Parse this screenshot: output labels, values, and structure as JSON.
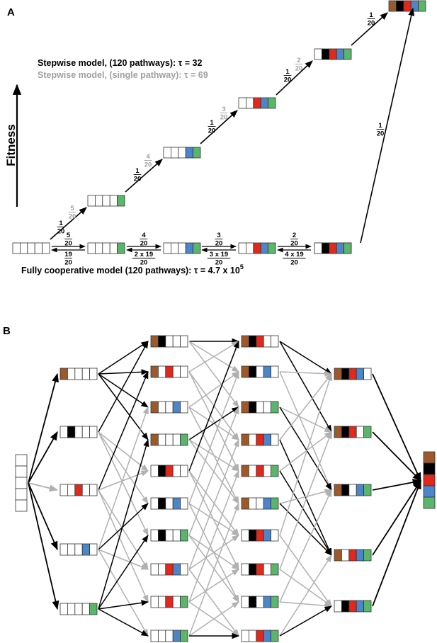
{
  "colors": {
    "brown": "#9c5a2c",
    "black": "#000000",
    "red": "#e0281c",
    "blue": "#4c86c8",
    "green": "#5bb56a",
    "empty": "#ffffff",
    "arrow_black": "#000000",
    "arrow_gray": "#b0b0b0",
    "text_gray": "#a0a0a0"
  },
  "panel_a": {
    "label": "A",
    "fitness_label": "Fitness",
    "stepwise_120": "Stepwise model, (120 pathways): τ = 32",
    "stepwise_single": "Stepwise model, (single pathway): τ = 69",
    "cooperative": "Fully cooperative model (120 pathways): τ = 4.7 x 10",
    "cooperative_exp": "5",
    "stair_black": [
      "1",
      "20"
    ],
    "stair_gray": [
      [
        "5",
        "20"
      ],
      [
        "4",
        "20"
      ],
      [
        "3",
        "20"
      ],
      [
        "2",
        "20"
      ]
    ],
    "side_rate": [
      "1",
      "20"
    ],
    "forward_rates": [
      [
        "5",
        "20"
      ],
      [
        "4",
        "20"
      ],
      [
        "3",
        "20"
      ],
      [
        "2",
        "20"
      ]
    ],
    "backward_rates": [
      [
        "19",
        "20"
      ],
      [
        "2 x 19",
        "20"
      ],
      [
        "3 x 19",
        "20"
      ],
      [
        "4 x 19",
        "20"
      ]
    ],
    "stair_states": [
      [
        "empty",
        "empty",
        "empty",
        "empty",
        "empty"
      ],
      [
        "empty",
        "empty",
        "empty",
        "empty",
        "green"
      ],
      [
        "empty",
        "empty",
        "empty",
        "blue",
        "green"
      ],
      [
        "empty",
        "empty",
        "red",
        "blue",
        "green"
      ],
      [
        "empty",
        "black",
        "red",
        "blue",
        "green"
      ],
      [
        "brown",
        "black",
        "red",
        "blue",
        "green"
      ]
    ]
  },
  "panel_b": {
    "label": "B",
    "level1": [
      [
        "brown",
        "empty",
        "empty",
        "empty",
        "empty"
      ],
      [
        "empty",
        "black",
        "empty",
        "empty",
        "empty"
      ],
      [
        "empty",
        "empty",
        "red",
        "empty",
        "empty"
      ],
      [
        "empty",
        "empty",
        "empty",
        "blue",
        "empty"
      ],
      [
        "empty",
        "empty",
        "empty",
        "empty",
        "green"
      ]
    ],
    "level2": [
      [
        "brown",
        "black",
        "empty",
        "empty",
        "empty"
      ],
      [
        "brown",
        "empty",
        "red",
        "empty",
        "empty"
      ],
      [
        "brown",
        "empty",
        "empty",
        "blue",
        "empty"
      ],
      [
        "brown",
        "empty",
        "empty",
        "empty",
        "green"
      ],
      [
        "empty",
        "black",
        "red",
        "empty",
        "empty"
      ],
      [
        "empty",
        "black",
        "empty",
        "blue",
        "empty"
      ],
      [
        "empty",
        "black",
        "empty",
        "empty",
        "green"
      ],
      [
        "empty",
        "empty",
        "red",
        "blue",
        "empty"
      ],
      [
        "empty",
        "empty",
        "red",
        "empty",
        "green"
      ],
      [
        "empty",
        "empty",
        "empty",
        "blue",
        "green"
      ]
    ],
    "level3": [
      [
        "brown",
        "black",
        "red",
        "empty",
        "empty"
      ],
      [
        "brown",
        "black",
        "empty",
        "blue",
        "empty"
      ],
      [
        "brown",
        "black",
        "empty",
        "empty",
        "green"
      ],
      [
        "brown",
        "empty",
        "red",
        "blue",
        "empty"
      ],
      [
        "brown",
        "empty",
        "red",
        "empty",
        "green"
      ],
      [
        "brown",
        "empty",
        "empty",
        "blue",
        "green"
      ],
      [
        "empty",
        "black",
        "red",
        "blue",
        "empty"
      ],
      [
        "empty",
        "black",
        "red",
        "empty",
        "green"
      ],
      [
        "empty",
        "black",
        "empty",
        "blue",
        "green"
      ],
      [
        "empty",
        "empty",
        "red",
        "blue",
        "green"
      ]
    ],
    "level4": [
      [
        "brown",
        "black",
        "red",
        "blue",
        "empty"
      ],
      [
        "brown",
        "black",
        "red",
        "empty",
        "green"
      ],
      [
        "brown",
        "black",
        "empty",
        "blue",
        "green"
      ],
      [
        "brown",
        "empty",
        "red",
        "blue",
        "green"
      ],
      [
        "empty",
        "black",
        "red",
        "blue",
        "green"
      ]
    ],
    "final": [
      "brown",
      "black",
      "red",
      "blue",
      "green"
    ]
  }
}
